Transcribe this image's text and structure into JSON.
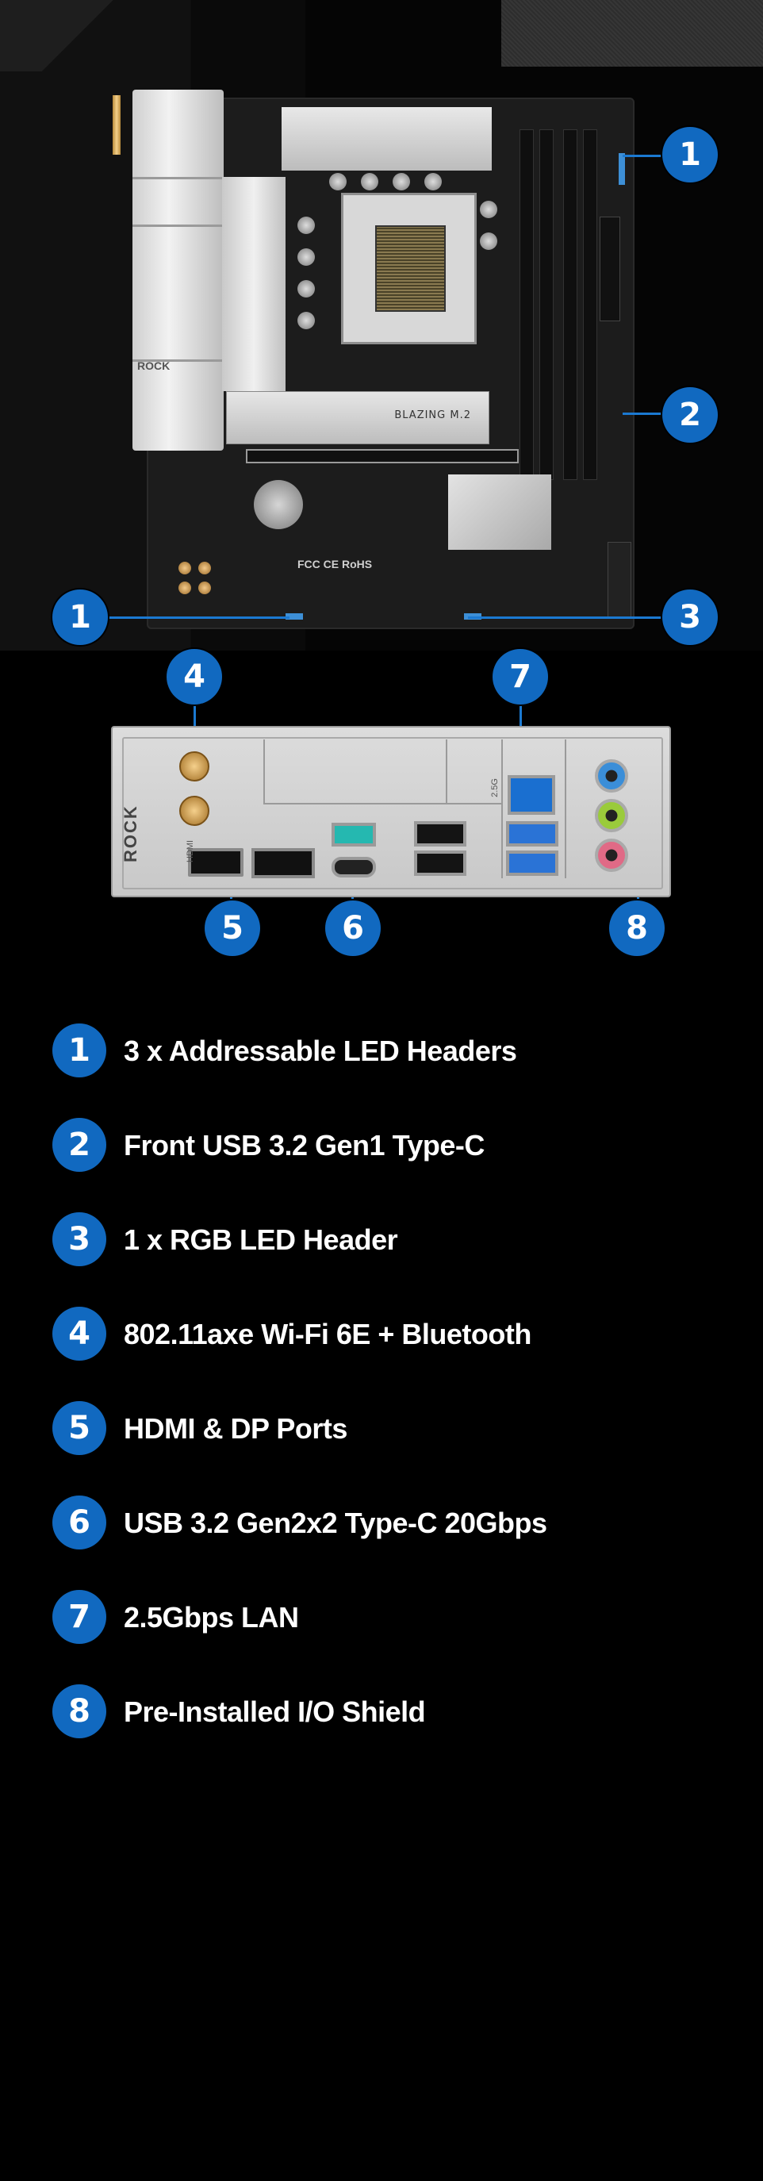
{
  "board": {
    "m2_label": "BLAZING M.2",
    "fcc_mark": "FCC CE RoHS",
    "brand_mark": "ROCK"
  },
  "io_panel": {
    "brand_vertical": "ROCK",
    "hdmi_label": "HDMI",
    "lan_label": "2.5G"
  },
  "callouts": [
    "1",
    "2",
    "1",
    "3",
    "4",
    "7",
    "5",
    "6",
    "8"
  ],
  "features": [
    {
      "number": "1",
      "label": "3 x Addressable LED Headers"
    },
    {
      "number": "2",
      "label": "Front USB 3.2 Gen1 Type-C"
    },
    {
      "number": "3",
      "label": "1 x RGB LED Header"
    },
    {
      "number": "4",
      "label": "802.11axe Wi-Fi 6E + Bluetooth"
    },
    {
      "number": "5",
      "label": "HDMI & DP Ports"
    },
    {
      "number": "6",
      "label": "USB 3.2 Gen2x2 Type-C 20Gbps"
    },
    {
      "number": "7",
      "label": "2.5Gbps LAN"
    },
    {
      "number": "8",
      "label": "Pre-Installed I/O Shield"
    }
  ],
  "colors": {
    "accent": "#1169c0",
    "background": "#000000",
    "text": "#ffffff"
  }
}
